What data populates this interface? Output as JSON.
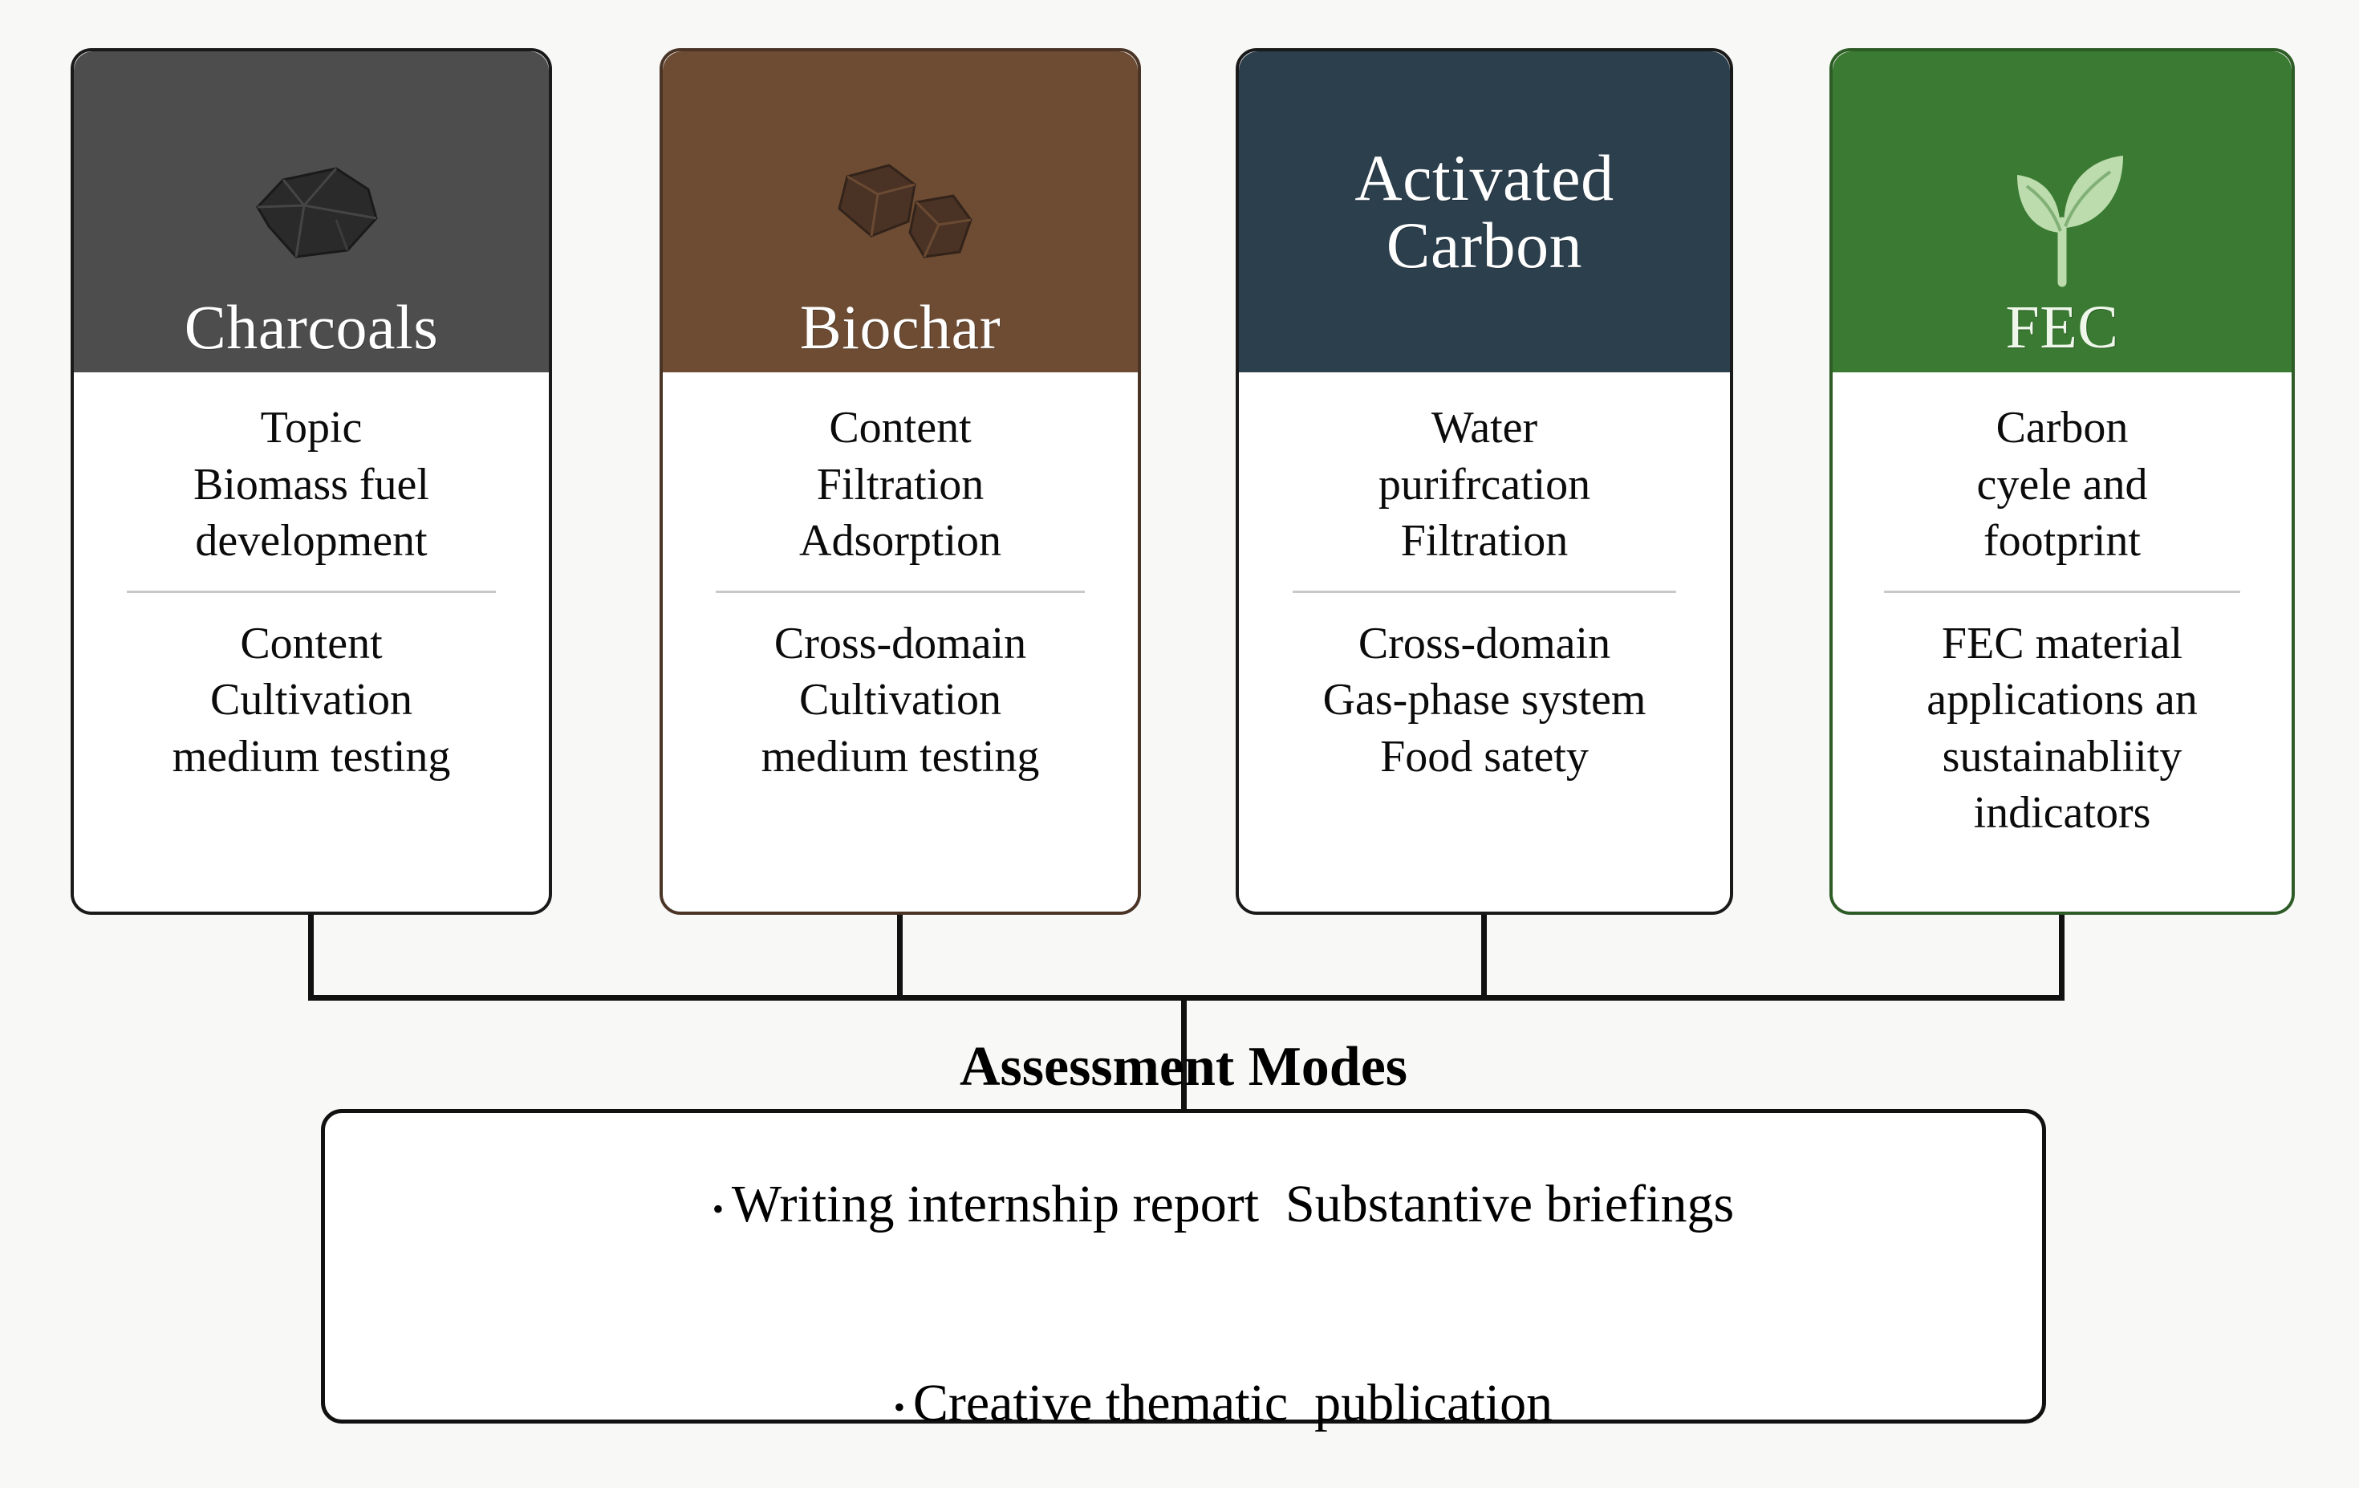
{
  "diagram": {
    "cards": [
      {
        "id": "charcoals",
        "title": "Charcoals",
        "icon": "charcoal-lump-icon",
        "header_color": "#4d4d4d",
        "top_block": [
          "Topic",
          "Biomass fuel",
          "development"
        ],
        "bottom_block": [
          "Content",
          "Cultivation",
          "medium testing"
        ]
      },
      {
        "id": "biochar",
        "title": "Biochar",
        "icon": "biochar-chunks-icon",
        "header_color": "#6d4c33",
        "top_block": [
          "Content",
          "Filtration",
          "Adsorption"
        ],
        "bottom_block": [
          "Cross-domain",
          "Cultivation",
          "medium testing"
        ]
      },
      {
        "id": "activated-carbon",
        "title": "Activated\nCarbon",
        "icon": "",
        "header_color": "#2c3f4d",
        "top_block": [
          "Water",
          "purifrcation",
          "Filtration"
        ],
        "bottom_block": [
          "Cross-domain",
          "Gas-phase system",
          "Food satety"
        ]
      },
      {
        "id": "fec",
        "title": "FEC",
        "icon": "sprout-leaf-icon",
        "header_color": "#3a7a32",
        "top_block": [
          "Carbon",
          "cyele and",
          "footprint"
        ],
        "bottom_block": [
          "FEC material",
          "applications an",
          "sustainabliity",
          "indicators"
        ]
      }
    ],
    "summary": {
      "title": "Assessment Modes",
      "bullets": [
        "Writing internship report  Substantive briefings",
        "Creative thematic  publication"
      ],
      "bullet_glyph": "•"
    }
  }
}
